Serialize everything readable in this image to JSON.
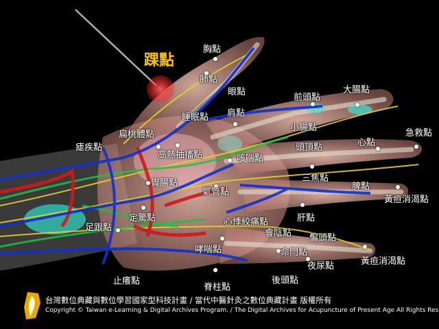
{
  "highlight": {
    "label": "踝點",
    "color": "#ffc000"
  },
  "points": [
    {
      "id": "p1",
      "label": "胸點"
    },
    {
      "id": "p2",
      "label": "肺點"
    },
    {
      "id": "p3",
      "label": "眼點"
    },
    {
      "id": "p4",
      "label": "前頭點"
    },
    {
      "id": "p5",
      "label": "大腸點"
    },
    {
      "id": "p6",
      "label": "肩點"
    },
    {
      "id": "p7",
      "label": "睡眠點"
    },
    {
      "id": "p8",
      "label": "小腸點"
    },
    {
      "id": "p9",
      "label": "急救點"
    },
    {
      "id": "p10",
      "label": "扁桃體點"
    },
    {
      "id": "p11",
      "label": "心點"
    },
    {
      "id": "p12",
      "label": "頭頂點"
    },
    {
      "id": "p13",
      "label": "瘧疾點"
    },
    {
      "id": "p14",
      "label": "高熱抽搐點"
    },
    {
      "id": "p15",
      "label": "咳喘點"
    },
    {
      "id": "p16",
      "label": "三焦點"
    },
    {
      "id": "p17",
      "label": "胃腸點"
    },
    {
      "id": "p18",
      "label": "脾點"
    },
    {
      "id": "p19",
      "label": "氣管點"
    },
    {
      "id": "p20",
      "label": "黃疸消渴點"
    },
    {
      "id": "p21",
      "label": "定驚點"
    },
    {
      "id": "p22",
      "label": "肝點"
    },
    {
      "id": "p23",
      "label": "足跟點"
    },
    {
      "id": "p24",
      "label": "心悸絞痛點"
    },
    {
      "id": "p25",
      "label": "會陰點"
    },
    {
      "id": "p26",
      "label": "偏頭點"
    },
    {
      "id": "p27",
      "label": "哮喘點"
    },
    {
      "id": "p28",
      "label": "命門點"
    },
    {
      "id": "p29",
      "label": "黃疸消渴點"
    },
    {
      "id": "p30",
      "label": "夜尿點"
    },
    {
      "id": "p31",
      "label": "止癢點"
    },
    {
      "id": "p32",
      "label": "後頭點"
    },
    {
      "id": "p33",
      "label": "脊柱點"
    }
  ],
  "copyright": {
    "cn": "台灣數位典藏與數位學習國家型科技計畫 / 當代中醫針灸之數位典藏計畫 版權所有",
    "en": "Copyright © Taiwan e-Learning & Digital Archives Program. / The Digital Archives for Acupuncture of Present Age All Rights Reserved."
  },
  "colors": {
    "background": "#000000",
    "label": "#ffffff",
    "highlight": "#ffc000",
    "skin": "#e8a898",
    "vein": "#1030d0",
    "artery": "#d01818",
    "nerve": "#e8d020",
    "bone": "#e8e0d0"
  }
}
